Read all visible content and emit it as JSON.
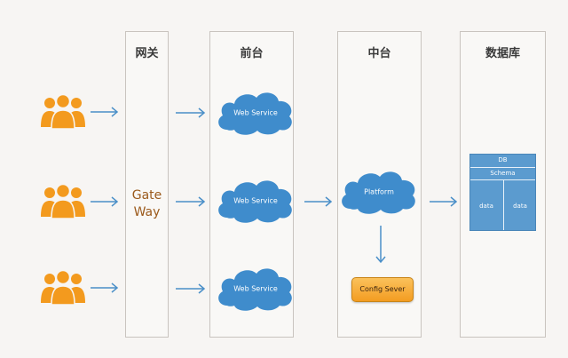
{
  "columns": {
    "gateway": "网关",
    "frontend": "前台",
    "middle": "中台",
    "database": "数据库"
  },
  "gateway": {
    "line1": "Gate",
    "line2": "Way"
  },
  "web_services": [
    "Web Service",
    "Web Service",
    "Web Service"
  ],
  "platform": "Platform",
  "config_server": "Config Sever",
  "db": {
    "title": "DB",
    "schema": "Schema",
    "data_left": "data",
    "data_right": "data"
  },
  "colors": {
    "users": "#f39a1e",
    "arrow": "#4a8fc8",
    "cloud": "#3f8ccc",
    "gateway_text": "#9b5a1c"
  },
  "icons": [
    "user-group-icon",
    "arrow-right-icon",
    "arrow-down-icon",
    "cloud-icon"
  ]
}
